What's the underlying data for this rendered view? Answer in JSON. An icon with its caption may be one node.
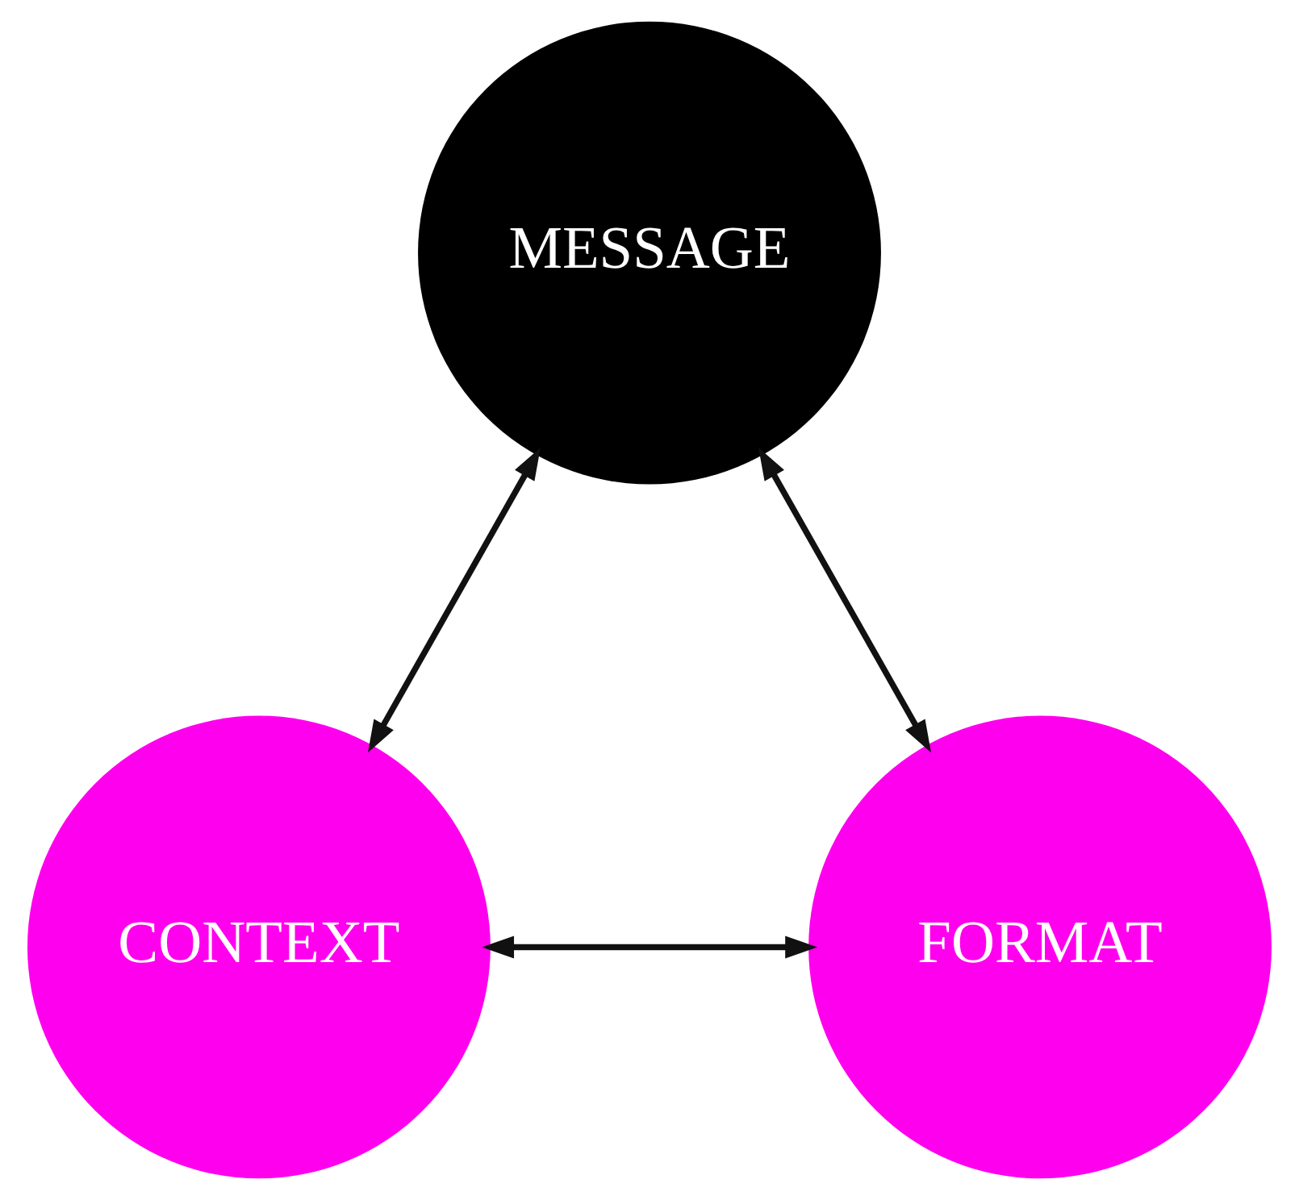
{
  "diagram": {
    "nodes": [
      {
        "text": [
          "MESSAGE"
        ]
      },
      {
        "text": [
          "CONTEXT"
        ]
      },
      {
        "text": [
          "FORMAT"
        ]
      }
    ],
    "edges": [
      {
        "from": 1,
        "to": 0,
        "arrow": "both"
      },
      {
        "from": 0,
        "to": 2,
        "arrow": "both"
      },
      {
        "from": 1,
        "to": 2,
        "arrow": "both"
      }
    ]
  }
}
